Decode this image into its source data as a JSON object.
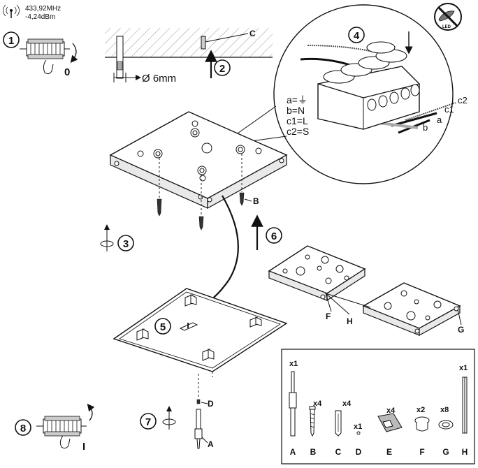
{
  "signal": {
    "frequency": "433,92MHz",
    "power": "-4,24dBm"
  },
  "steps": [
    "1",
    "2",
    "3",
    "4",
    "5",
    "6",
    "7",
    "8"
  ],
  "switch_labels": {
    "off": "0",
    "on": "I"
  },
  "drill": {
    "label": "Ø 6mm"
  },
  "parts_labels": {
    "B": "B",
    "C": "C",
    "D": "D",
    "F": "F",
    "G": "G",
    "H": "H",
    "A": "A"
  },
  "wiring_legend": [
    "a=⏚",
    "b=N",
    "c1=L",
    "c2=S"
  ],
  "wire_tags": {
    "a": "a",
    "b": "b",
    "c1": "c1",
    "c2": "c2"
  },
  "icons": {
    "no_led": "LED"
  },
  "parts_box": {
    "items": [
      {
        "letter": "A",
        "qty": "x1"
      },
      {
        "letter": "B",
        "qty": "x4"
      },
      {
        "letter": "C",
        "qty": "x4"
      },
      {
        "letter": "D",
        "qty": "x1"
      },
      {
        "letter": "E",
        "qty": "x4"
      },
      {
        "letter": "F",
        "qty": "x2"
      },
      {
        "letter": "G",
        "qty": "x8"
      },
      {
        "letter": "H",
        "qty": "x1"
      }
    ]
  }
}
